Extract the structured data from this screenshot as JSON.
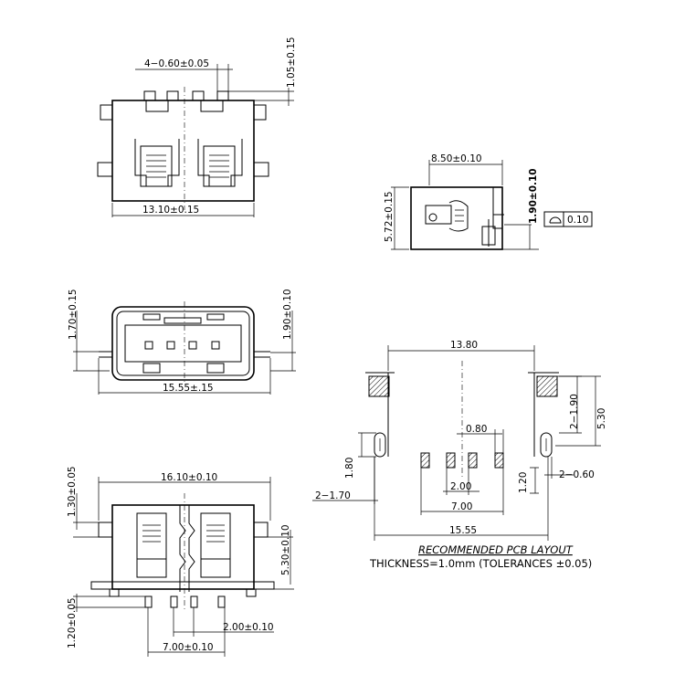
{
  "dimensions": {
    "top_pin_width": "4−0.60±0.05",
    "top_pin_offset": "1.05±0.15",
    "top_width": "13.10±0.15",
    "side_length": "8.50±0.10",
    "side_height": "5.72±0.15",
    "side_standoff": "1.90±0.10",
    "flatness_value": "0.10",
    "front_left_height": "1.70±0.15",
    "front_right_height": "1.90±0.10",
    "front_width": "15.55±.15",
    "bottom_width": "16.10±0.10",
    "bottom_left_offset": "1.30±0.05",
    "bottom_right_height": "5.30±0.10",
    "bottom_pin_height": "1.20±0.05",
    "bottom_pin_pitch": "2.00±0.10",
    "bottom_pin_span": "7.00±0.10",
    "pcb_width": "13.80",
    "pcb_pad_height": "2−1.90",
    "pcb_total_height": "5.30",
    "pcb_pad_width": "0.80",
    "pcb_slot_height": "1.80",
    "pcb_slot_offset": "2−1.70",
    "pcb_pitch": "2.00",
    "pcb_pin_height": "1.20",
    "pcb_slot_width": "2−0.60",
    "pcb_pin_span": "7.00",
    "pcb_total_width": "15.55"
  },
  "pcb_layout": {
    "title": "RECOMMENDED PCB LAYOUT",
    "note": "THICKNESS=1.0mm (TOLERANCES ±0.05)"
  }
}
